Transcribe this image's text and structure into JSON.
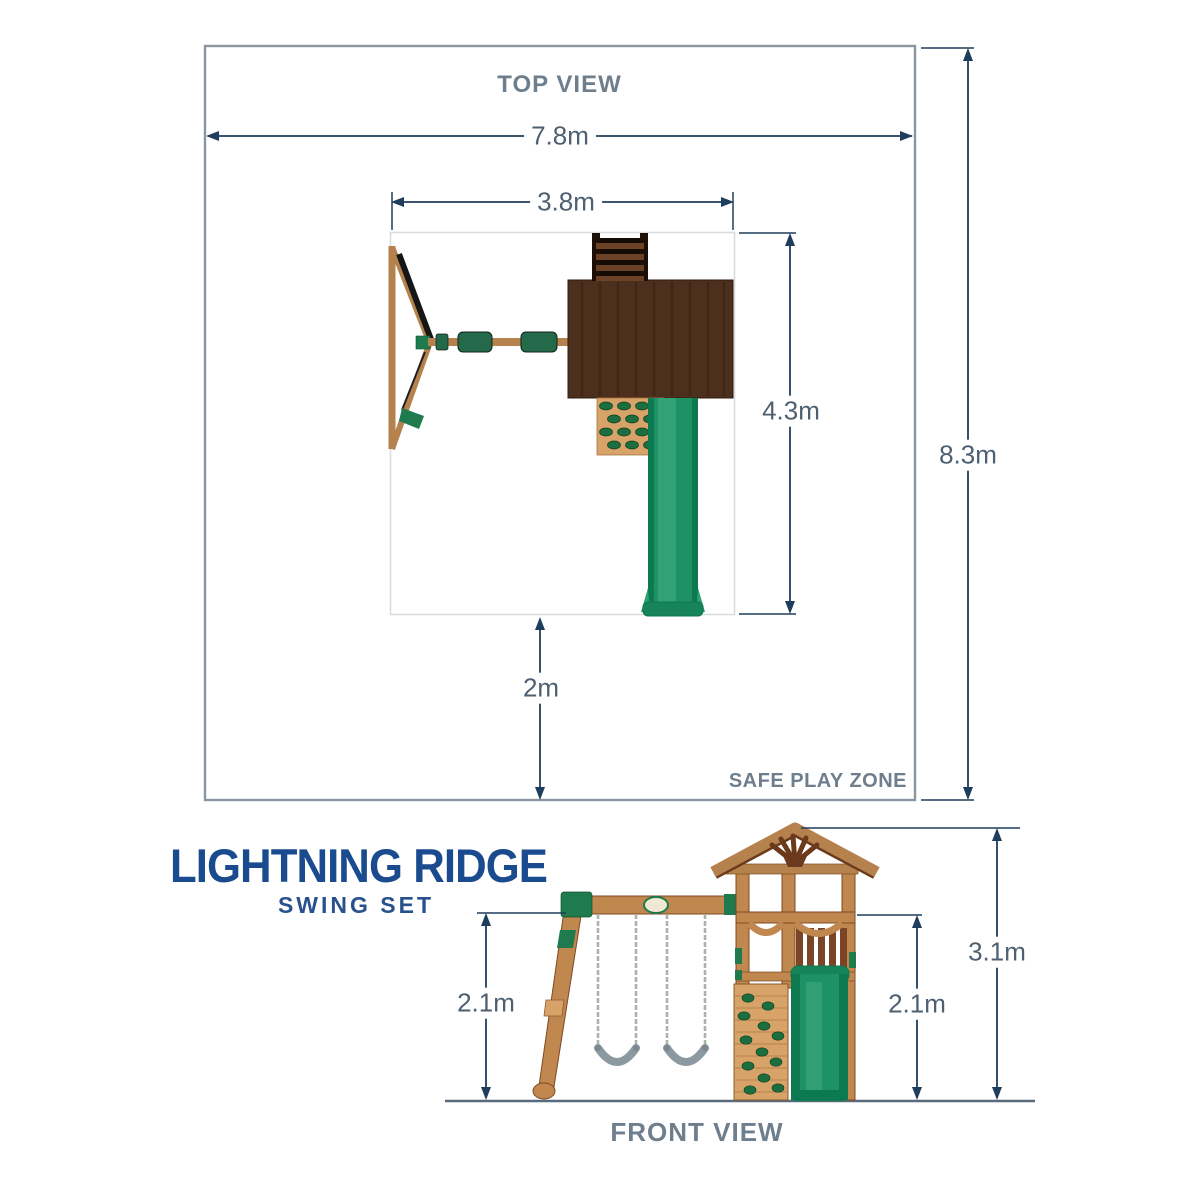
{
  "product": {
    "title": "LIGHTNING RIDGE",
    "subtitle": "SWING SET"
  },
  "top_view": {
    "title": "TOP VIEW",
    "zone_label": "SAFE PLAY ZONE",
    "dims": {
      "overall_width": "7.8m",
      "overall_depth": "8.3m",
      "set_width": "3.8m",
      "set_depth": "4.3m",
      "front_clearance": "2m"
    }
  },
  "front_view": {
    "title": "FRONT VIEW",
    "dims": {
      "swing_beam_height": "2.1m",
      "tower_side_height": "2.1m",
      "overall_height": "3.1m"
    }
  },
  "colors": {
    "dimension_line": "#1f3d5c",
    "dimension_text": "#4d5f70",
    "view_label_text": "#6e7e8c",
    "brand_blue": "#1a4b8e",
    "safe_zone_border": "#8b95a0",
    "play_zone_border": "#d9dde0",
    "wood": "#c0874f",
    "light_wood": "#d8a368",
    "dark_roof_wood": "#4c2f1d",
    "fitting_green": "#1f7a4e",
    "slide_green": "#1e9166",
    "chain_grey": "#a9b4aa"
  }
}
